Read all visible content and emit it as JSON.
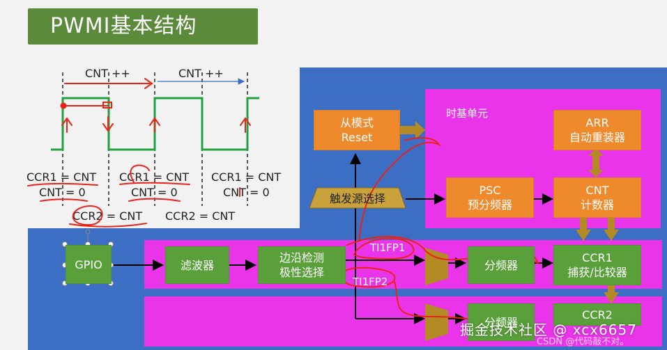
{
  "title": "PWMI基本结构",
  "timing": {
    "cnt_label_1": "CNT ++",
    "cnt_label_2": "CNT ++",
    "eq1_line1": "CCR1 = CNT",
    "eq1_line2": "CNT = 0",
    "eq2_line1": "CCR1 = CNT",
    "eq2_line2": "CNT = 0",
    "eq3_line1": "CCR1 = CNT",
    "eq3_line2": "CNT = 0",
    "eq4": "CCR2 = CNT",
    "eq5": "CCR2 = CNT"
  },
  "blocks": {
    "slave_mode": [
      "从模式",
      "Reset"
    ],
    "time_base_label": "时基单元",
    "arr": [
      "ARR",
      "自动重装器"
    ],
    "psc": [
      "PSC",
      "预分频器"
    ],
    "cnt": [
      "CNT",
      "计数器"
    ],
    "trigger_select": "触发源选择",
    "gpio": "GPIO",
    "filter": "滤波器",
    "edge_detect": [
      "边沿检测",
      "极性选择"
    ],
    "ti1fp1": "TI1FP1",
    "ti1fp2": "TI1FP2",
    "divider1": "分频器",
    "divider2": "分频器",
    "ccr1": [
      "CCR1",
      "捕获/比较器"
    ],
    "ccr2": "CCR2"
  },
  "watermark": {
    "main": "掘金技术社区 @ xcx6657",
    "sub": "CSDN @代码敲不对。"
  },
  "colors": {
    "title_bg": "#5a8a3a",
    "blue": "#3c6fc4",
    "pink": "#ea34ea",
    "orange": "#ee8a2c",
    "green": "#5aa03a",
    "olive": "#b38a24",
    "red_ink": "#e8231a"
  }
}
